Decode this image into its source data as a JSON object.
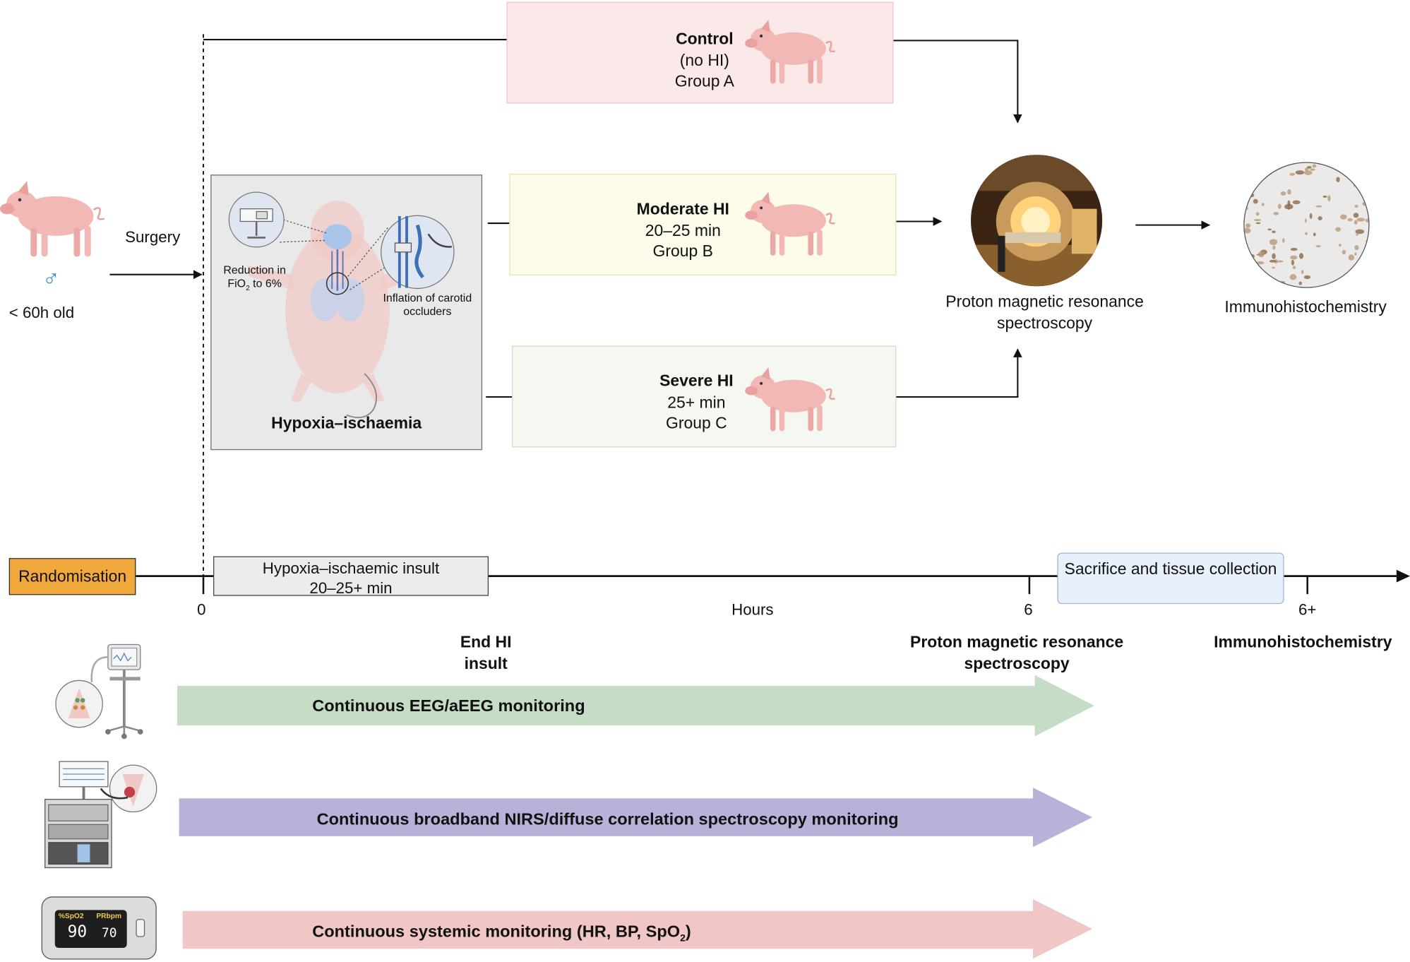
{
  "top": {
    "age_label": "< 60h old",
    "surgery_label": "Surgery",
    "male_symbol": "♂",
    "hi_panel": {
      "title": "Hypoxia–ischaemia",
      "reduction_line1": "Reduction in",
      "reduction_fio2_prefix": "FiO",
      "reduction_fio2_sub": "2",
      "reduction_fio2_suffix": " to 6%",
      "inflation": "Inflation of carotid occluders"
    },
    "groups": [
      {
        "title": "Control",
        "line2": "(no HI)",
        "line3": "Group A",
        "fill": "#fbe9e9",
        "border": "#f1c4c4"
      },
      {
        "title": "Moderate HI",
        "line2": "20–25 min",
        "line3": "Group B",
        "fill": "#fdfbea",
        "border": "#ece1ad"
      },
      {
        "title": "Severe HI",
        "line2": "25+ min",
        "line3": "Group C",
        "fill": "#f4f8f0",
        "border": "#cde0c4"
      }
    ],
    "mrs_label": "Proton magnetic resonance spectroscopy",
    "ihc_label": "Immunohistochemistry"
  },
  "timeline": {
    "randomisation": "Randomisation",
    "insult_line1": "Hypoxia–ischaemic insult",
    "insult_line2": "20–25+ min",
    "tick_0": "0",
    "hours": "Hours",
    "tick_6": "6",
    "tick_6plus": "6+",
    "sacrifice": "Sacrifice and tissue collection",
    "end_hi": "End HI insult",
    "mrs": "Proton magnetic resonance spectroscopy",
    "ihc": "Immunohistochemistry"
  },
  "monitoring": [
    {
      "label": "Continuous EEG/aEEG monitoring",
      "color": "#c5dcc6",
      "icon": "eeg-monitor-icon"
    },
    {
      "label": "Continuous broadband NIRS/diffuse correlation spectroscopy monitoring",
      "color": "#b7b2d7",
      "icon": "nirs-device-icon"
    },
    {
      "label_prefix": "Continuous systemic monitoring (HR, BP, SpO",
      "label_sub": "2",
      "label_suffix": ")",
      "color": "#f1c6c6",
      "icon": "pulse-oximeter-icon"
    }
  ],
  "oximeter": {
    "spo2_label": "%SpO2",
    "pr_label": "PRbpm",
    "spo2_value": "90",
    "pr_value": "70"
  },
  "colors": {
    "randomisation_fill": "#f2a93b",
    "insult_fill": "#ececec",
    "sacrifice_fill": "#e8f0fb",
    "sacrifice_border": "#9ab6d6",
    "hi_panel_fill": "#e9e9e9",
    "pig": "#f2b8b5"
  }
}
